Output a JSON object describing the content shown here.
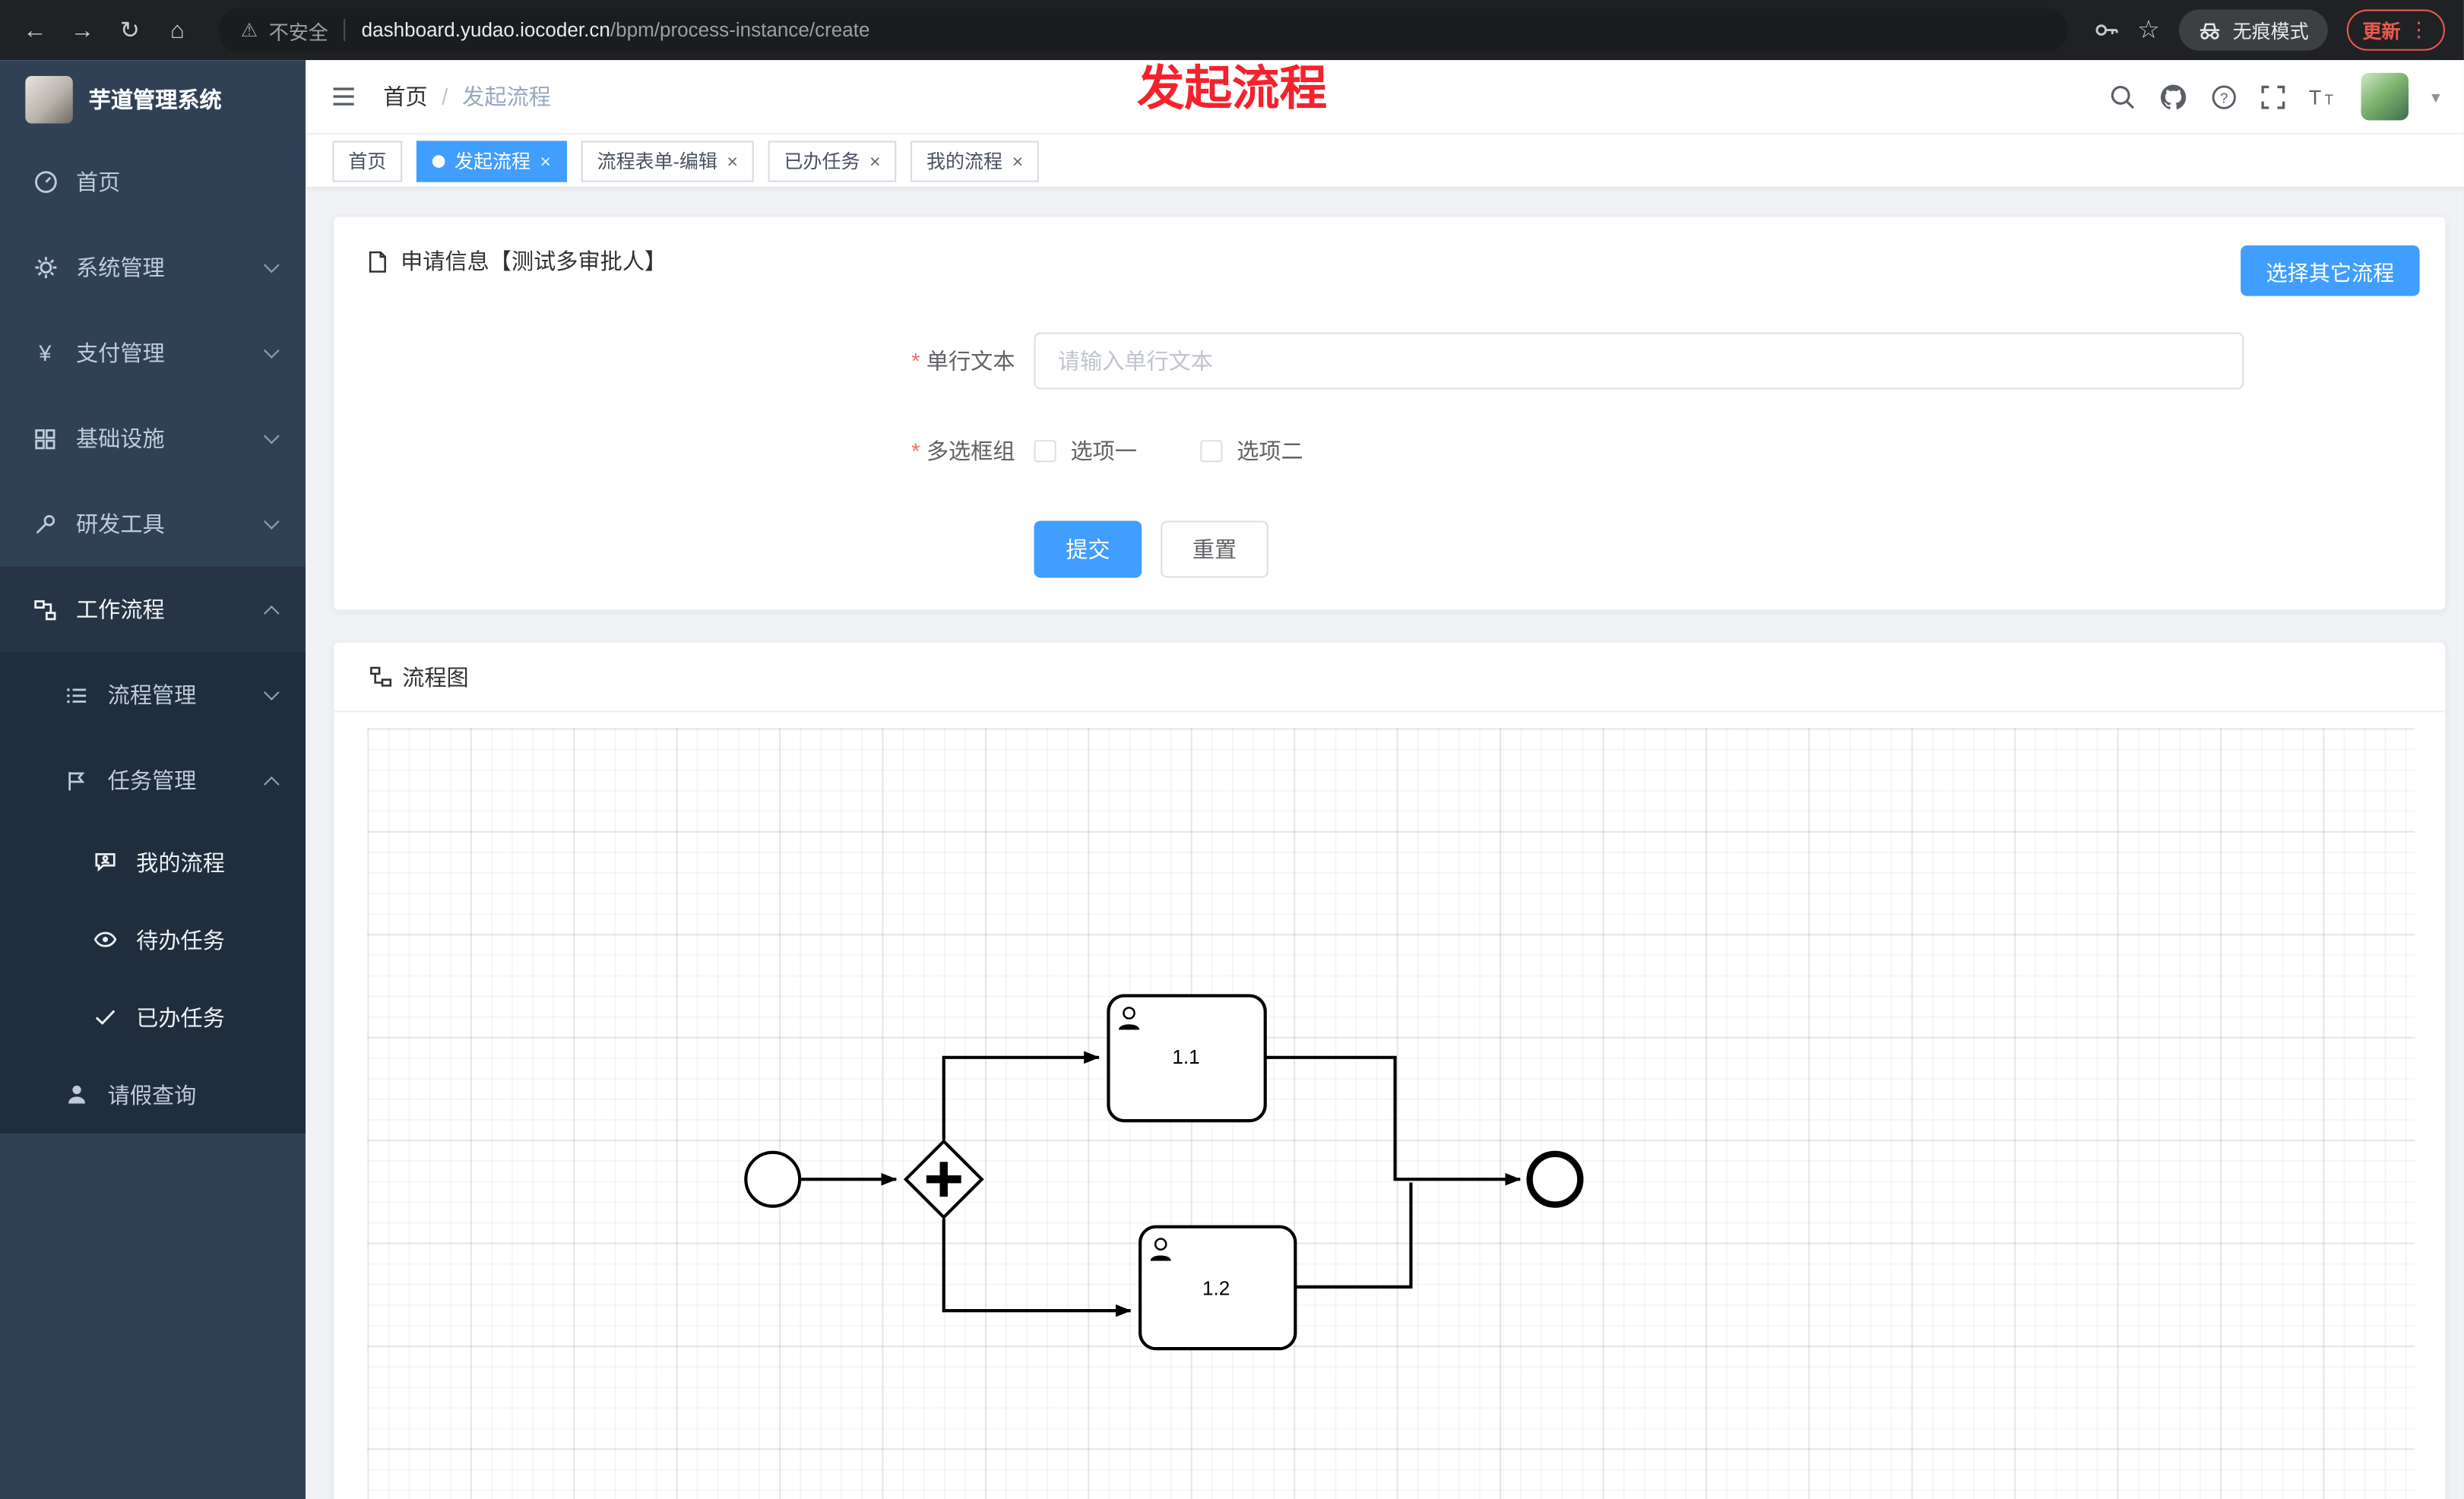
{
  "browser": {
    "back_icon": "←",
    "forward_icon": "→",
    "reload_icon": "↻",
    "home_icon": "⌂",
    "warning_icon": "⚠",
    "security_label": "不安全",
    "url_domain": "dashboard.yudao.iocoder.cn",
    "url_path": "/bpm/process-instance/create",
    "star_icon": "☆",
    "incognito_label": "无痕模式",
    "update_label": "更新",
    "menu_dots_icon": "⋮"
  },
  "overlay": {
    "title": "发起流程"
  },
  "sidebar": {
    "app_title": "芋道管理系统",
    "menu": [
      {
        "label": "首页",
        "expandable": false
      },
      {
        "label": "系统管理",
        "expandable": true,
        "state": "collapsed"
      },
      {
        "label": "支付管理",
        "expandable": true,
        "state": "collapsed"
      },
      {
        "label": "基础设施",
        "expandable": true,
        "state": "collapsed"
      },
      {
        "label": "研发工具",
        "expandable": true,
        "state": "collapsed"
      },
      {
        "label": "工作流程",
        "expandable": true,
        "state": "expanded"
      }
    ],
    "submenu": [
      {
        "label": "流程管理",
        "state": "collapsed"
      },
      {
        "label": "任务管理",
        "state": "expanded"
      }
    ],
    "task_children": [
      {
        "label": "我的流程"
      },
      {
        "label": "待办任务"
      },
      {
        "label": "已办任务"
      }
    ],
    "leave_item": {
      "label": "请假查询"
    }
  },
  "navbar": {
    "breadcrumb": [
      "首页",
      "发起流程"
    ],
    "separator": "/"
  },
  "tabs": [
    {
      "label": "首页",
      "active": false,
      "closable": false
    },
    {
      "label": "发起流程",
      "active": true,
      "closable": true
    },
    {
      "label": "流程表单-编辑",
      "active": false,
      "closable": true
    },
    {
      "label": "已办任务",
      "active": false,
      "closable": true
    },
    {
      "label": "我的流程",
      "active": false,
      "closable": true
    }
  ],
  "ui": {
    "close_glyph": "×",
    "required_marker": "*",
    "caret_down": "▾",
    "help_glyph": "?"
  },
  "form_card": {
    "title": "申请信息【测试多审批人】",
    "select_other_button": "选择其它流程",
    "fields": [
      {
        "label": "单行文本",
        "required": true,
        "placeholder": "请输入单行文本",
        "value": ""
      },
      {
        "label": "多选框组",
        "required": true,
        "options": [
          "选项一",
          "选项二"
        ],
        "checked": [
          false,
          false
        ]
      }
    ],
    "submit_label": "提交",
    "reset_label": "重置"
  },
  "diagram_card": {
    "title": "流程图",
    "type": "bpmn",
    "nodes": [
      {
        "id": "startEvent",
        "type": "start-event",
        "label": ""
      },
      {
        "id": "parallelGateway",
        "type": "parallel-gateway",
        "label": ""
      },
      {
        "id": "task1",
        "type": "user-task",
        "label": "1.1"
      },
      {
        "id": "task2",
        "type": "user-task",
        "label": "1.2"
      },
      {
        "id": "endEvent",
        "type": "end-event",
        "label": ""
      }
    ],
    "flows": [
      [
        "startEvent",
        "parallelGateway"
      ],
      [
        "parallelGateway",
        "task1"
      ],
      [
        "parallelGateway",
        "task2"
      ],
      [
        "task1",
        "endEvent"
      ],
      [
        "task2",
        "endEvent"
      ]
    ]
  },
  "colors": {
    "primary": "#409eff",
    "sidebar_bg": "#304156",
    "submenu_bg": "#1f2d3d",
    "content_bg": "#f0f2f5",
    "chrome_bg": "#202124",
    "annotation_red": "#f5222d",
    "update_red": "#e9594c"
  }
}
